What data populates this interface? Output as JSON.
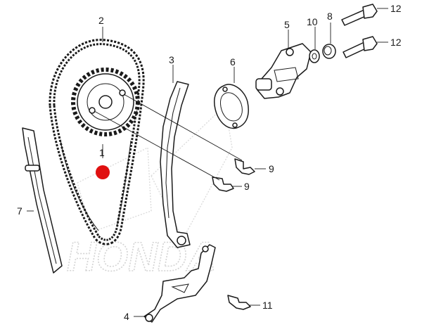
{
  "watermark": {
    "text": "HONDA"
  },
  "callouts": {
    "c1": "1",
    "c2": "2",
    "c3": "3",
    "c4": "4",
    "c5": "5",
    "c6": "6",
    "c7": "7",
    "c8": "8",
    "c9a": "9",
    "c9b": "9",
    "c10": "10",
    "c11": "11",
    "c12a": "12",
    "c12b": "12"
  },
  "colors": {
    "line": "#1a1a1a",
    "watermark": "#d4d4d4",
    "marker": "#e01010",
    "background": "#ffffff"
  },
  "icons": {
    "sprocket": "cam-sprocket-icon",
    "chain": "cam-chain-icon",
    "tensioner": "tensioner-lifter-icon",
    "marker": "red-dot-marker"
  }
}
